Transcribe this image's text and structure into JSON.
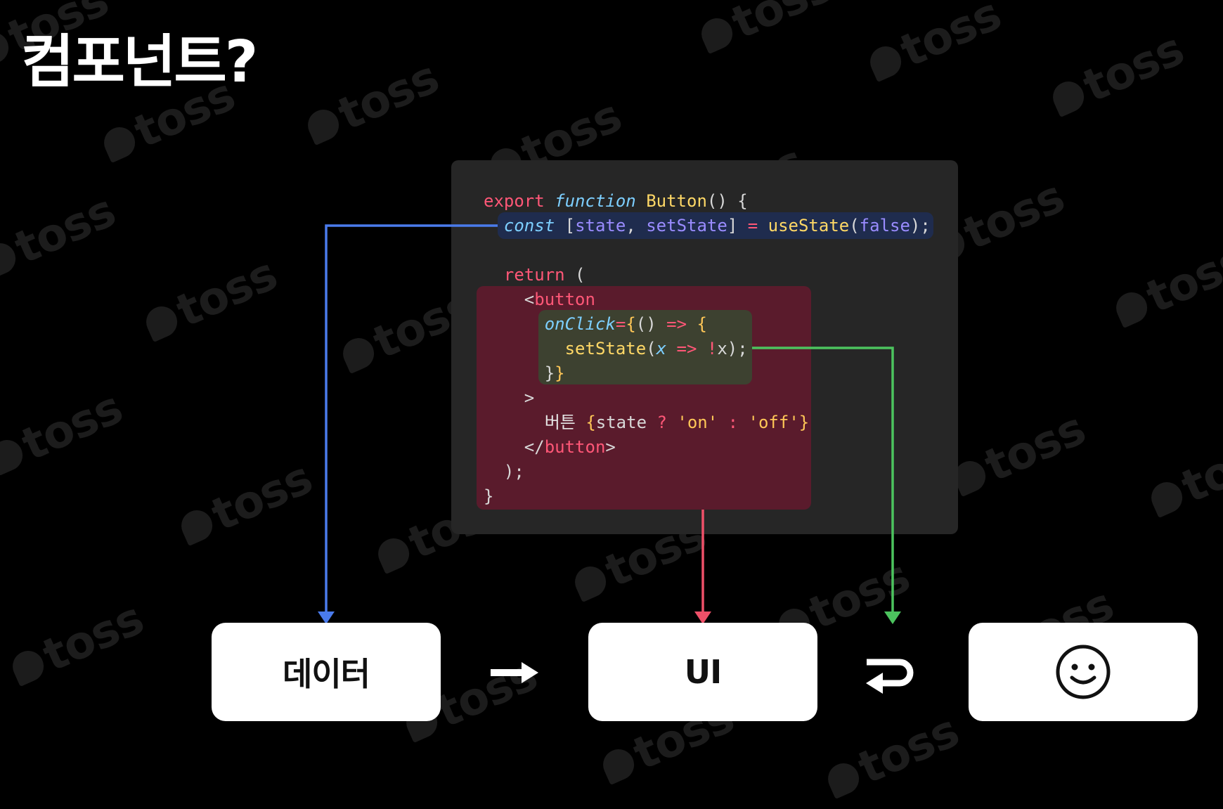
{
  "title": "컴포넌트?",
  "watermark": "toss",
  "code": {
    "lines": [
      [
        {
          "t": "export ",
          "c": "kw"
        },
        {
          "t": "function ",
          "c": "it"
        },
        {
          "t": "Button",
          "c": "fn"
        },
        {
          "t": "() {",
          "c": "pu"
        }
      ],
      [
        {
          "t": "  ",
          "c": "pu"
        },
        {
          "t": "const ",
          "c": "it"
        },
        {
          "t": "[",
          "c": "pu"
        },
        {
          "t": "state",
          "c": "vr"
        },
        {
          "t": ", ",
          "c": "pu"
        },
        {
          "t": "setState",
          "c": "vr"
        },
        {
          "t": "] ",
          "c": "pu"
        },
        {
          "t": "= ",
          "c": "op"
        },
        {
          "t": "useState",
          "c": "fn"
        },
        {
          "t": "(",
          "c": "pu"
        },
        {
          "t": "false",
          "c": "bi"
        },
        {
          "t": ");",
          "c": "pu"
        }
      ],
      [],
      [
        {
          "t": "  ",
          "c": "pu"
        },
        {
          "t": "return",
          "c": "kw"
        },
        {
          "t": " (",
          "c": "pu"
        }
      ],
      [
        {
          "t": "    <",
          "c": "pu"
        },
        {
          "t": "button",
          "c": "tg"
        }
      ],
      [
        {
          "t": "      ",
          "c": "pu"
        },
        {
          "t": "onClick",
          "c": "it"
        },
        {
          "t": "=",
          "c": "op"
        },
        {
          "t": "{",
          "c": "st"
        },
        {
          "t": "() ",
          "c": "pu"
        },
        {
          "t": "=> ",
          "c": "op"
        },
        {
          "t": "{",
          "c": "st"
        }
      ],
      [
        {
          "t": "        ",
          "c": "pu"
        },
        {
          "t": "setState",
          "c": "fn"
        },
        {
          "t": "(",
          "c": "pu"
        },
        {
          "t": "x ",
          "c": "it"
        },
        {
          "t": "=> ",
          "c": "op"
        },
        {
          "t": "!",
          "c": "op"
        },
        {
          "t": "x);",
          "c": "pu"
        }
      ],
      [
        {
          "t": "      }",
          "c": "pu"
        },
        {
          "t": "}",
          "c": "st"
        }
      ],
      [
        {
          "t": "    >",
          "c": "pu"
        }
      ],
      [
        {
          "t": "      버튼 ",
          "c": "tx"
        },
        {
          "t": "{",
          "c": "st"
        },
        {
          "t": "state ",
          "c": "pu"
        },
        {
          "t": "? ",
          "c": "op"
        },
        {
          "t": "'on' ",
          "c": "st"
        },
        {
          "t": ": ",
          "c": "op"
        },
        {
          "t": "'off'",
          "c": "st"
        },
        {
          "t": "}",
          "c": "st"
        }
      ],
      [
        {
          "t": "    </",
          "c": "pu"
        },
        {
          "t": "button",
          "c": "tg"
        },
        {
          "t": ">",
          "c": "pu"
        }
      ],
      [
        {
          "t": "  );",
          "c": "pu"
        }
      ],
      [
        {
          "t": "}",
          "c": "pu"
        }
      ]
    ]
  },
  "boxes": {
    "data_label": "데이터",
    "ui_label": "UI"
  },
  "colors": {
    "state_arrow": "#4a7bec",
    "ui_arrow": "#ee5068",
    "click_arrow": "#4cc35e",
    "flow_arrow": "#ffffff"
  },
  "icons": {
    "flow": "right-arrow-icon",
    "loop": "return-arrow-icon",
    "result": "smiley-face-icon"
  }
}
